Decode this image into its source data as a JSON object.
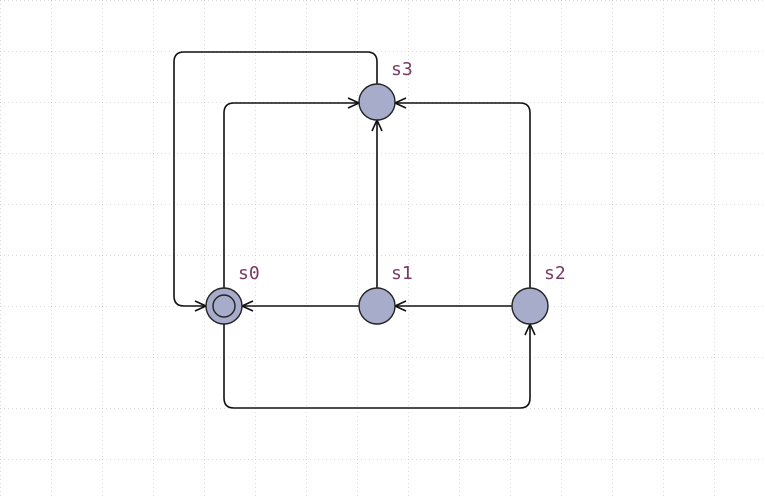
{
  "diagram": {
    "type": "state-machine",
    "initial_state": "s0",
    "states": [
      {
        "id": "s0",
        "label": "s0",
        "initial": true
      },
      {
        "id": "s1",
        "label": "s1",
        "initial": false
      },
      {
        "id": "s2",
        "label": "s2",
        "initial": false
      },
      {
        "id": "s3",
        "label": "s3",
        "initial": false
      }
    ],
    "transitions": [
      {
        "from": "s0",
        "to": "s3"
      },
      {
        "from": "s3",
        "to": "s0"
      },
      {
        "from": "s1",
        "to": "s0"
      },
      {
        "from": "s1",
        "to": "s3"
      },
      {
        "from": "s2",
        "to": "s1"
      },
      {
        "from": "s2",
        "to": "s3"
      },
      {
        "from": "s0",
        "to": "s2"
      }
    ]
  },
  "colors": {
    "background": "#ffffff",
    "grid": "#b8b8b8",
    "node_fill": "#a6acc9",
    "node_stroke": "#222222",
    "edge": "#111111",
    "label": "#7a3a62"
  }
}
